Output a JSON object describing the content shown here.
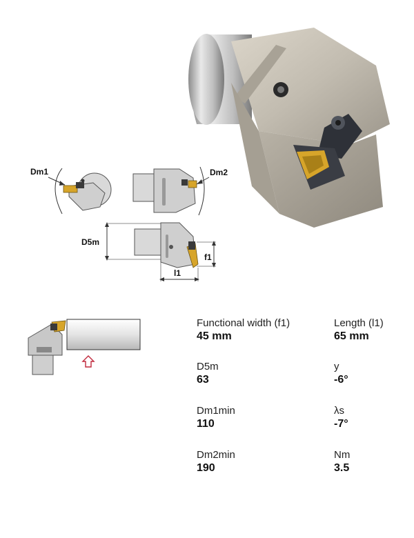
{
  "diagram": {
    "labels": {
      "dm1": "Dm1",
      "dm2": "Dm2",
      "d5m": "D5m",
      "f1": "f1",
      "l1": "l1"
    }
  },
  "specs": [
    {
      "label": "Functional width (f1)",
      "value": "45 mm"
    },
    {
      "label": "Length (l1)",
      "value": "65 mm"
    },
    {
      "label": "D5m",
      "value": "63"
    },
    {
      "label": "y",
      "value": "-6°"
    },
    {
      "label": "Dm1min",
      "value": "110"
    },
    {
      "label": "λs",
      "value": "-7°"
    },
    {
      "label": "Dm2min",
      "value": "190"
    },
    {
      "label": "Nm",
      "value": "3.5"
    }
  ],
  "colors": {
    "accent_arrow": "#c0283c",
    "insert_gold": "#d7a52a",
    "body_metal": "#c8c2b6"
  }
}
